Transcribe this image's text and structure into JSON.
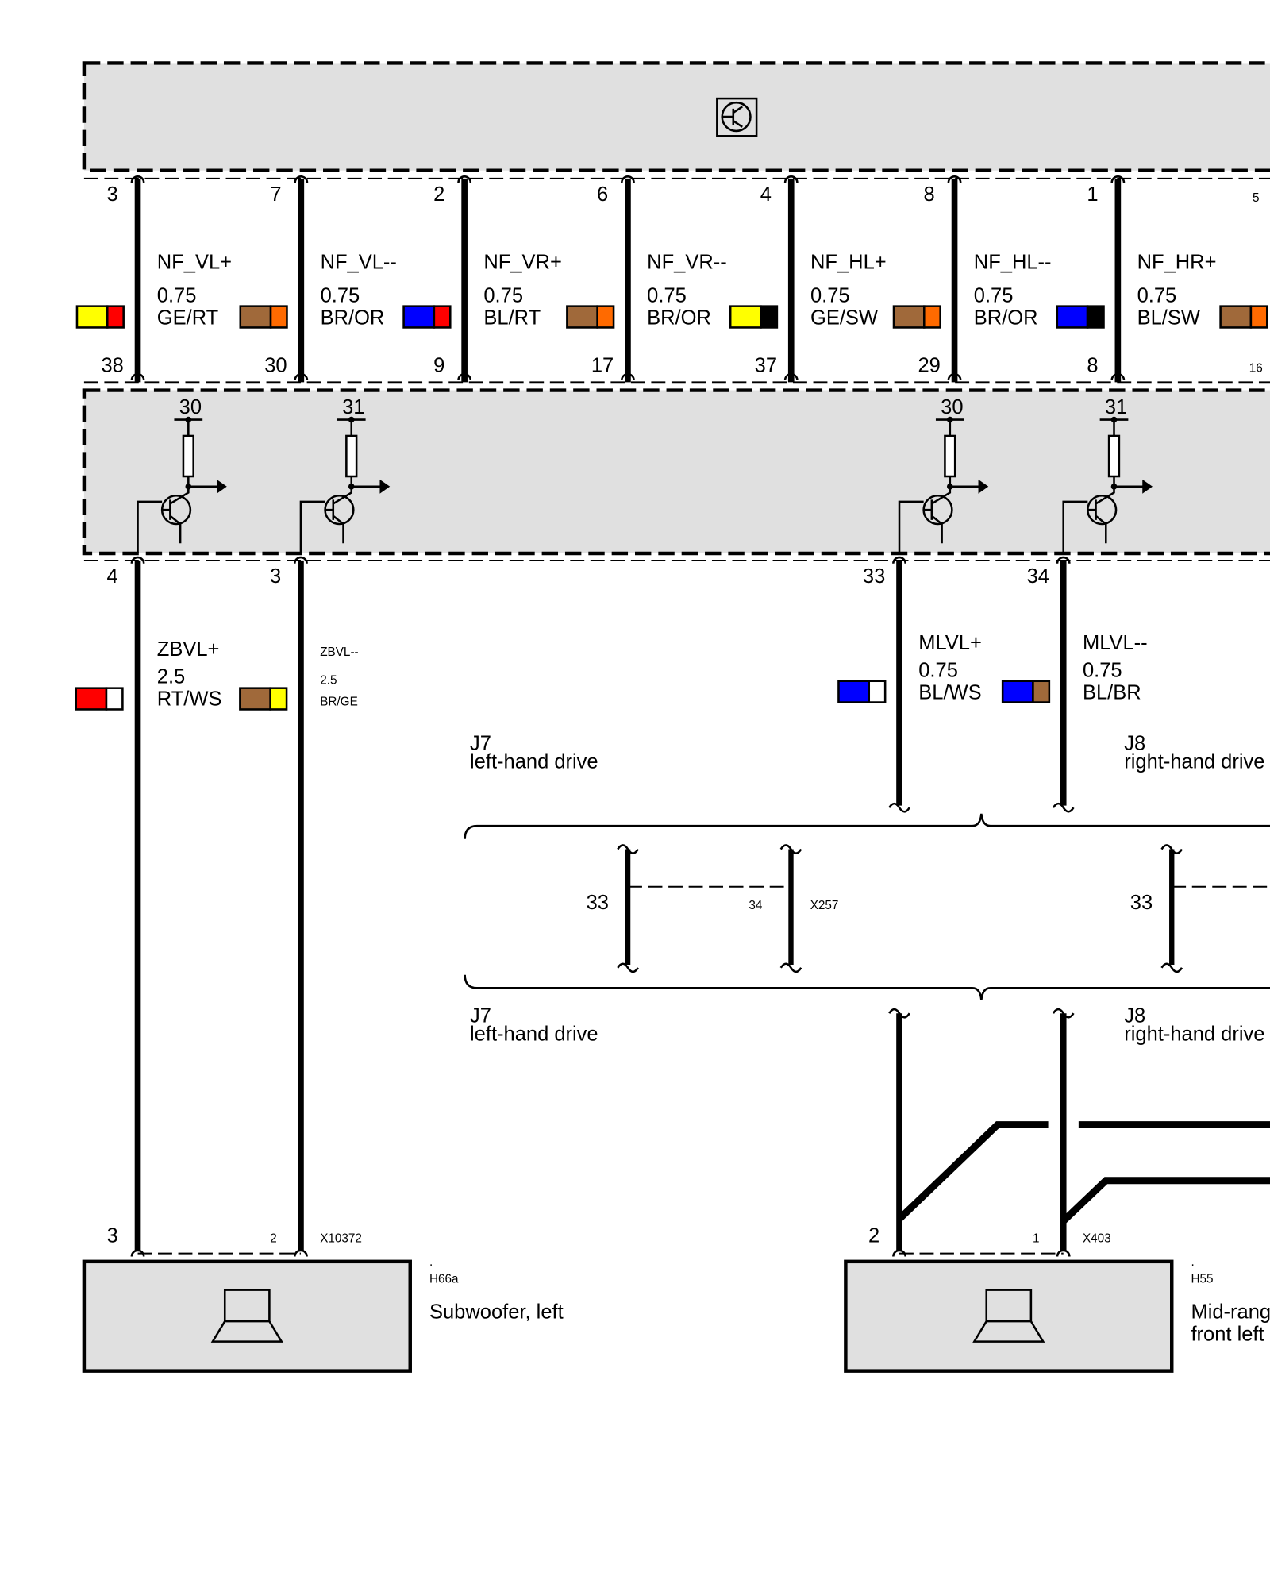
{
  "colors": {
    "GE": "#ffff00",
    "RT": "#ff0000",
    "BR": "#a0693a",
    "OR": "#ff6a00",
    "BL": "#0000ff",
    "SW": "#000000",
    "WS": "#ffffff",
    "module_fill": "#e0e0e0"
  },
  "top_module": {
    "icon": "amplifier-symbol-icon"
  },
  "channels": [
    {
      "signal": "NF_VL+",
      "size": "0.75",
      "color": "GE/RT",
      "pin_top": "3",
      "pin_bottom": "38"
    },
    {
      "signal": "NF_VL--",
      "size": "0.75",
      "color": "BR/OR",
      "pin_top": "7",
      "pin_bottom": "30"
    },
    {
      "signal": "NF_VR+",
      "size": "0.75",
      "color": "BL/RT",
      "pin_top": "2",
      "pin_bottom": "9"
    },
    {
      "signal": "NF_VR--",
      "size": "0.75",
      "color": "BR/OR",
      "pin_top": "6",
      "pin_bottom": "17"
    },
    {
      "signal": "NF_HL+",
      "size": "0.75",
      "color": "GE/SW",
      "pin_top": "4",
      "pin_bottom": "37"
    },
    {
      "signal": "NF_HL--",
      "size": "0.75",
      "color": "BR/OR",
      "pin_top": "8",
      "pin_bottom": "29"
    },
    {
      "signal": "NF_HR+",
      "size": "0.75",
      "color": "BL/SW",
      "pin_top": "1",
      "pin_bottom": "8"
    },
    {
      "signal": "",
      "size": "",
      "color": "BR/OR",
      "pin_top": "5",
      "pin_bottom": "16"
    }
  ],
  "transistor_pins": [
    "30",
    "31",
    "30",
    "31"
  ],
  "outputs": [
    {
      "signal": "ZBVL+",
      "size": "2.5",
      "color": "RT/WS",
      "pin_top": "4",
      "pin_bottom": "3",
      "small": false
    },
    {
      "signal": "ZBVL--",
      "size": "2.5",
      "color": "BR/GE",
      "pin_top": "3",
      "pin_bottom": "2",
      "small": true
    },
    {
      "signal": "MLVL+",
      "size": "0.75",
      "color": "BL/WS",
      "pin_top": "33",
      "pin_bottom": "2",
      "small": false
    },
    {
      "signal": "MLVL--",
      "size": "0.75",
      "color": "BL/BR",
      "pin_top": "34",
      "pin_bottom": "1",
      "small": false
    }
  ],
  "variants": {
    "j7_code": "J7",
    "j7_label": "left-hand drive",
    "j8_code": "J8",
    "j8_label": "right-hand drive",
    "x257_pin_a": "33",
    "x257_pin_b": "34",
    "x257_connector": "X257",
    "j8_pin": "33"
  },
  "components": [
    {
      "connector": "X10372",
      "dot": ".",
      "code": "H66a",
      "name_line1": "Subwoofer, left",
      "name_line2": "",
      "icon": "speaker-icon"
    },
    {
      "connector": "X403",
      "dot": ".",
      "code": "H55",
      "name_line1": "Mid-range",
      "name_line2": "front left",
      "icon": "speaker-icon"
    }
  ]
}
